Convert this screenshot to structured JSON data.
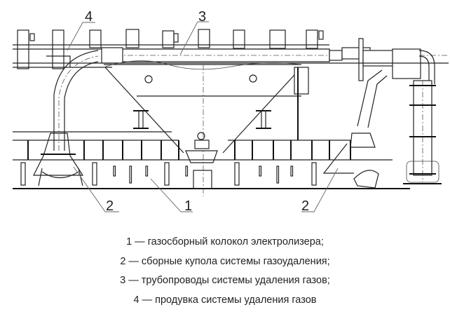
{
  "figure": {
    "labels": [
      {
        "id": "1",
        "text": "1"
      },
      {
        "id": "2a",
        "text": "2"
      },
      {
        "id": "2b",
        "text": "2"
      },
      {
        "id": "3",
        "text": "3"
      },
      {
        "id": "4",
        "text": "4"
      }
    ],
    "caption": [
      "1 — газосборный колокол электролизера;",
      "2 — сборные купола системы газоудаления;",
      "3 — трубопроводы системы удаления газов;",
      "4 — продувка системы удаления газов"
    ]
  }
}
